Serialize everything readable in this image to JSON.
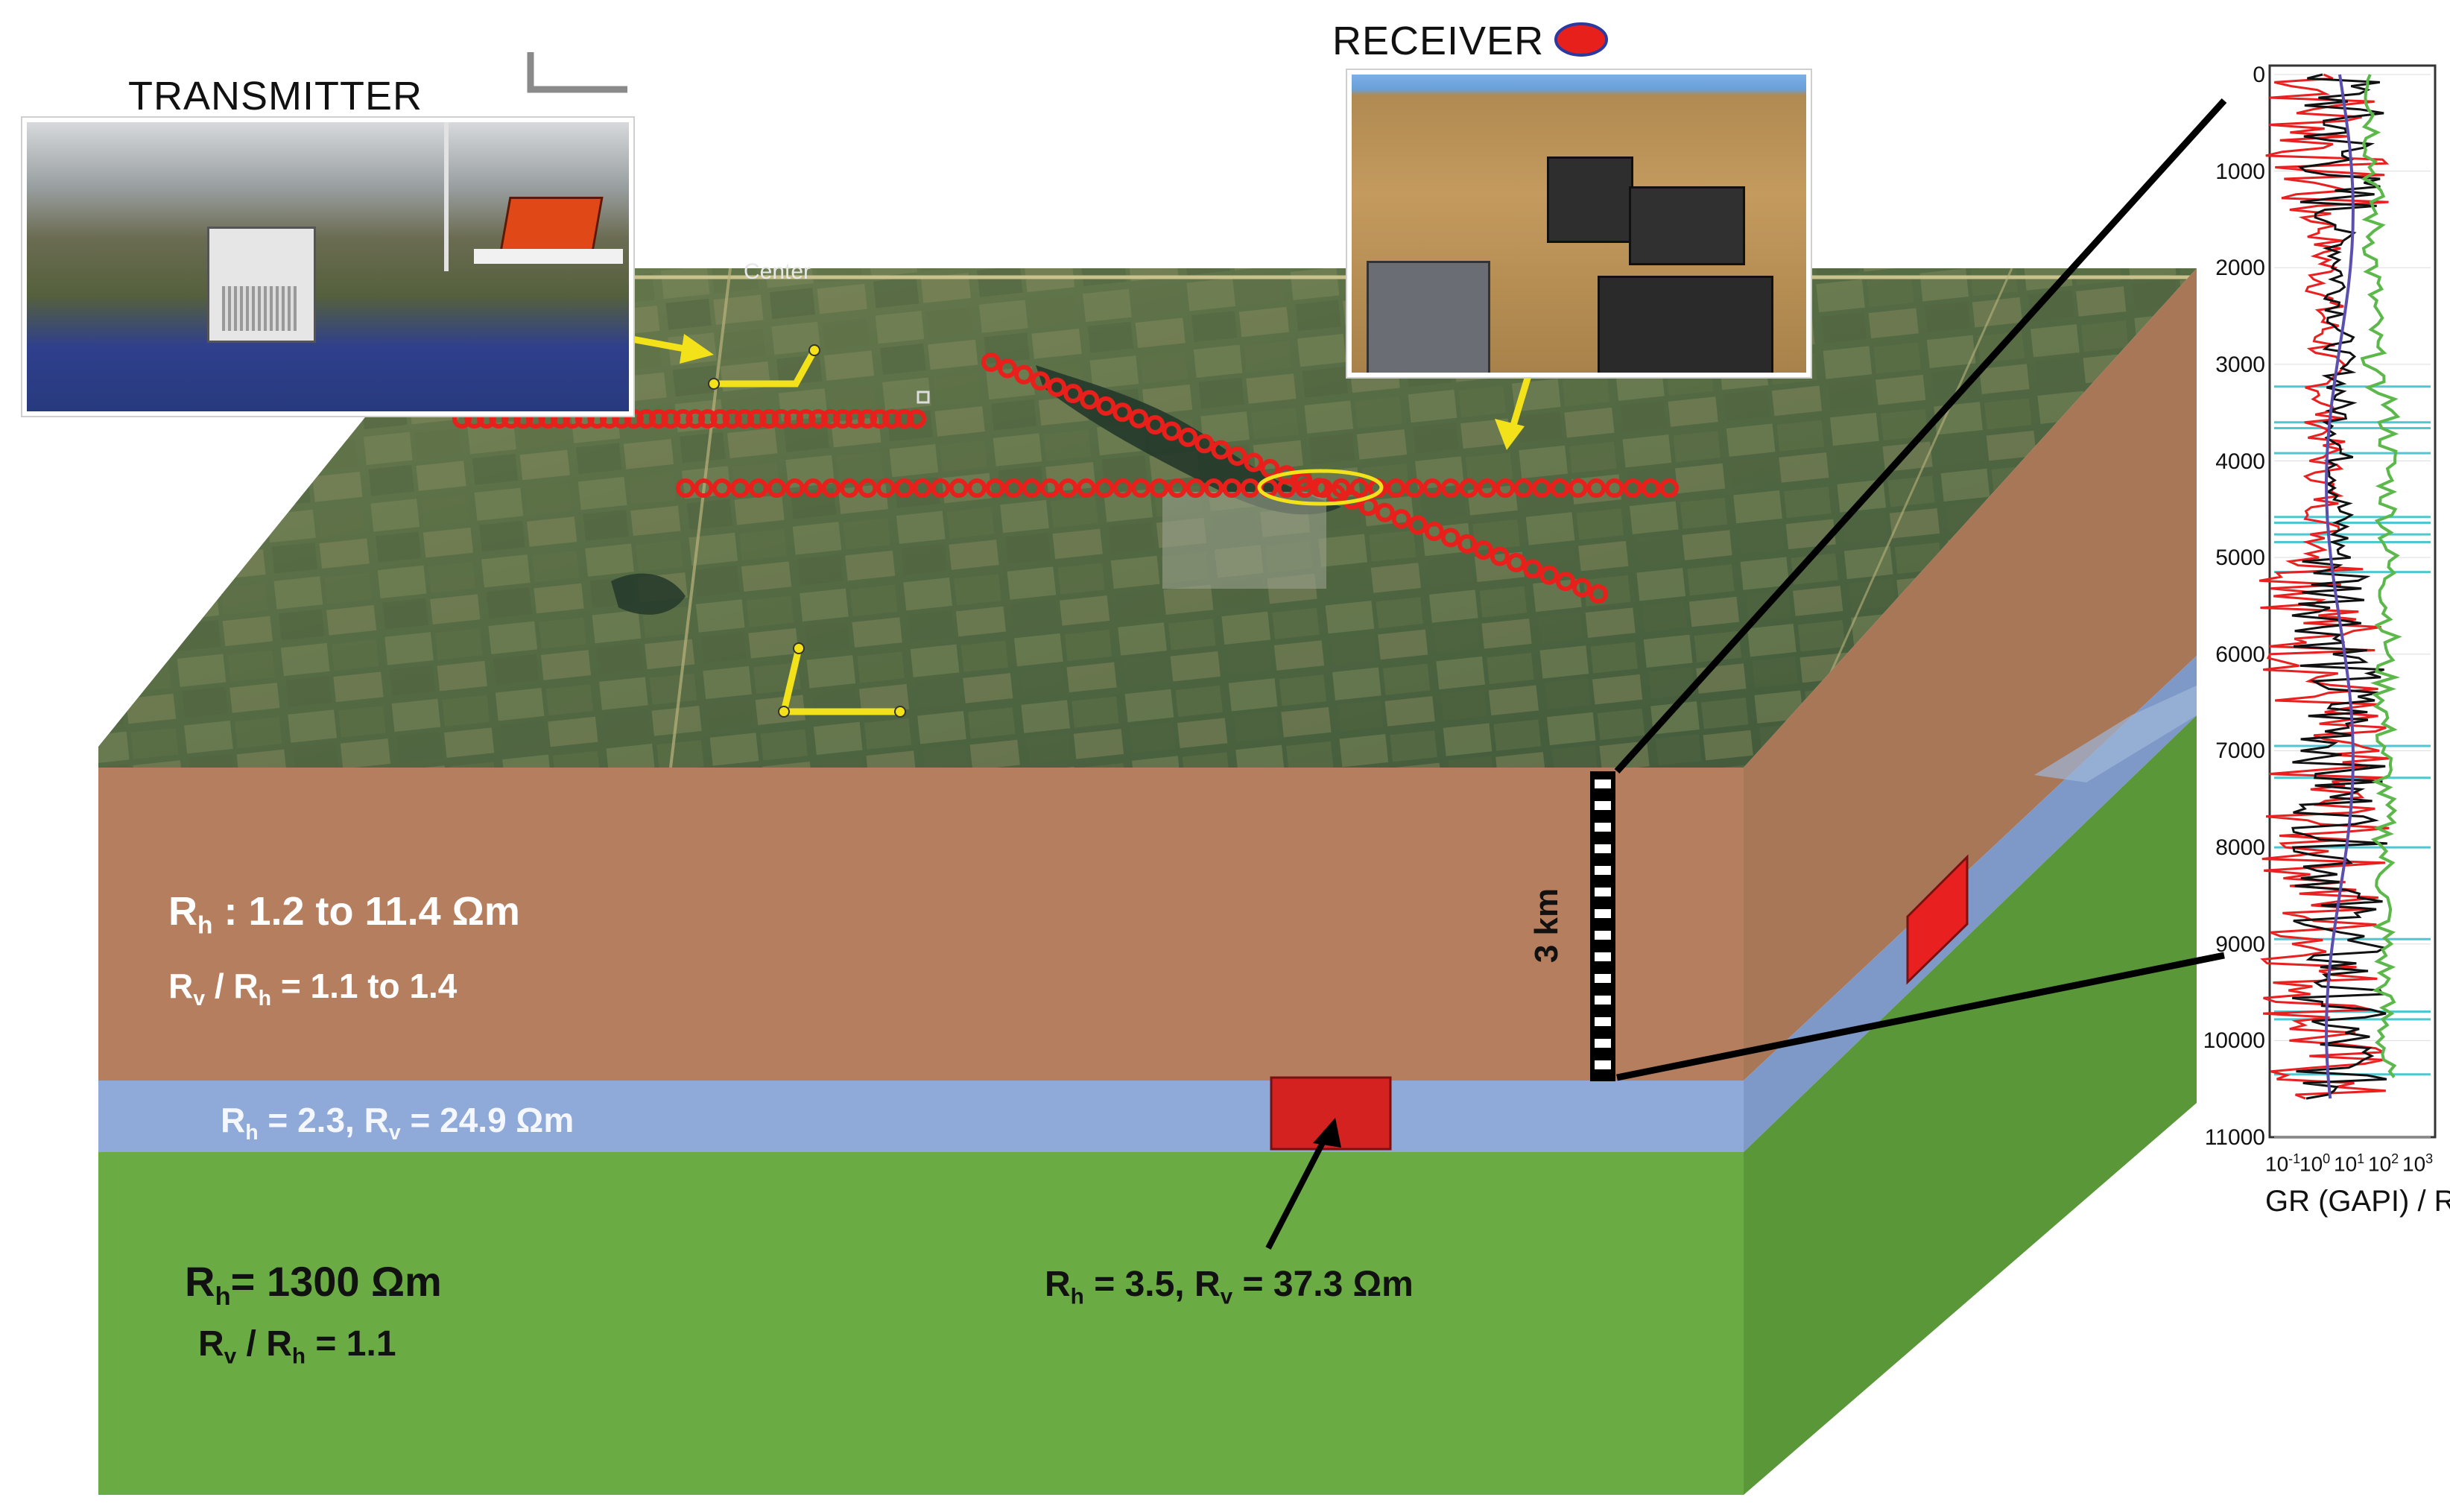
{
  "transmitter": {
    "title": "TRANSMITTER",
    "sign_text": "Center"
  },
  "receiver": {
    "title": "RECEIVER",
    "marker_color": "#e8201c"
  },
  "layers": {
    "top": {
      "rh": "1.2 to 11.4 Ωm",
      "ratio": "1.1 to 1.4",
      "color": "#b57f5f"
    },
    "middle": {
      "text": "R_h = 2.3, R_v = 24.9 Ωm",
      "rh_value": "2.3",
      "rv_value": "24.9 Ωm",
      "color": "#8fa9d8"
    },
    "bottom": {
      "rh": "1300 Ωm",
      "ratio": "1.1",
      "color": "#6aab43"
    },
    "reservoir": {
      "rh_value": "3.5",
      "rv_value": "37.3 Ωm",
      "color": "#d42220"
    }
  },
  "scale_label": "3 km",
  "well_log": {
    "depth_ticks": [
      "0",
      "1000",
      "2000",
      "3000",
      "4000",
      "5000",
      "6000",
      "7000",
      "8000",
      "9000",
      "10000",
      "11000"
    ],
    "x_ticks": [
      "10",
      "10",
      "10",
      "10",
      "10"
    ],
    "x_exponents": [
      "-1",
      "0",
      "1",
      "2",
      "3"
    ],
    "xlabel": "GR (GAPI) / R (Ωm)",
    "series_colors": {
      "gamma_ray": "#5cb84a",
      "resistivity_1": "#e82020",
      "resistivity_2": "#111111",
      "smoothed": "#5b4fb0",
      "markers": "#4fc6d0"
    }
  },
  "icons": {
    "receiver": "receiver-marker-icon",
    "scale": "north-arrow-icon"
  }
}
